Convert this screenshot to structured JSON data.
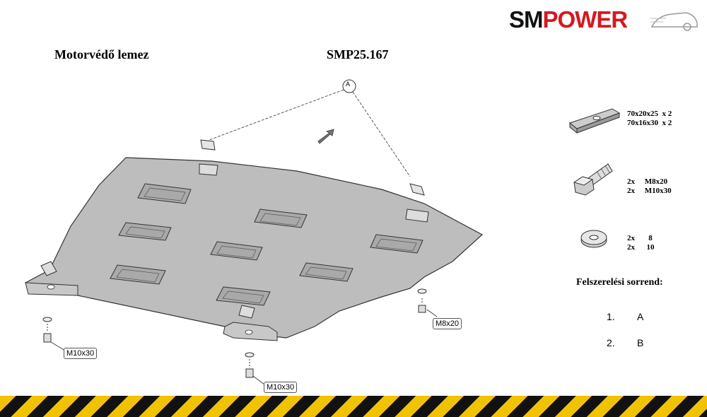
{
  "header": {
    "title_left": "Motorvédő lemez",
    "title_code": "SMP25.167",
    "logo_sm": "SM",
    "logo_power": "POWER"
  },
  "diagram": {
    "callout_letter": "A",
    "labels": {
      "bolt_right": "M8x20",
      "bolt_left": "M10x30",
      "bolt_center": "M10x30"
    }
  },
  "parts": {
    "bracket": {
      "line1": "70x20x25  x 2",
      "line2": "70x16x30  x 2"
    },
    "bolt": {
      "line1": "2x     M8x20",
      "line2": "2x     M10x30"
    },
    "washer": {
      "line1": "2x       8",
      "line2": "2x      10"
    }
  },
  "assembly": {
    "heading": "Felszerelési sorrend:",
    "steps": [
      {
        "num": "1.",
        "letter": "A"
      },
      {
        "num": "2.",
        "letter": "B"
      }
    ]
  },
  "colors": {
    "brand_red": "#d4191f",
    "plate_fill": "#bfbfbf",
    "hazard_yellow": "#f2c200"
  }
}
